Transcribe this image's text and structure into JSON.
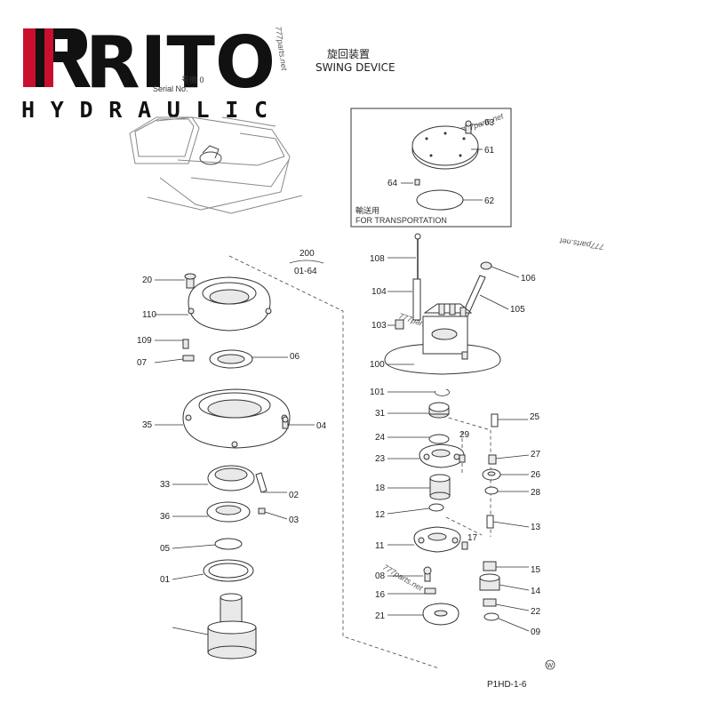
{
  "header": {
    "title_jp": "旋回装置",
    "title_en": "SWING DEVICE",
    "serial_jp": "号機 0",
    "serial_label": "Serial No."
  },
  "logo": {
    "wordmark": "RITO",
    "subtitle": "HYDRAULIC",
    "accent_color": "#c8102e"
  },
  "watermarks": [
    "777parts.net",
    "777parts.net",
    "777parts.net",
    "777parts.net",
    "777parts.net"
  ],
  "transport_box": {
    "caption_jp": "輸送用",
    "caption_en": "FOR TRANSPORTATION"
  },
  "group_ref": {
    "number": "200",
    "range": "01-64"
  },
  "parts": [
    "63",
    "61",
    "64",
    "62",
    "108",
    "106",
    "104",
    "105",
    "103",
    "100",
    "101",
    "31",
    "25",
    "24",
    "29",
    "27",
    "23",
    "26",
    "28",
    "18",
    "12",
    "13",
    "11",
    "17",
    "15",
    "14",
    "22",
    "09",
    "08",
    "16",
    "21",
    "20",
    "110",
    "109",
    "07",
    "06",
    "35",
    "04",
    "33",
    "02",
    "36",
    "03",
    "05",
    "01"
  ],
  "footer": {
    "page_code": "P1HD-1-6",
    "mark": "W"
  }
}
